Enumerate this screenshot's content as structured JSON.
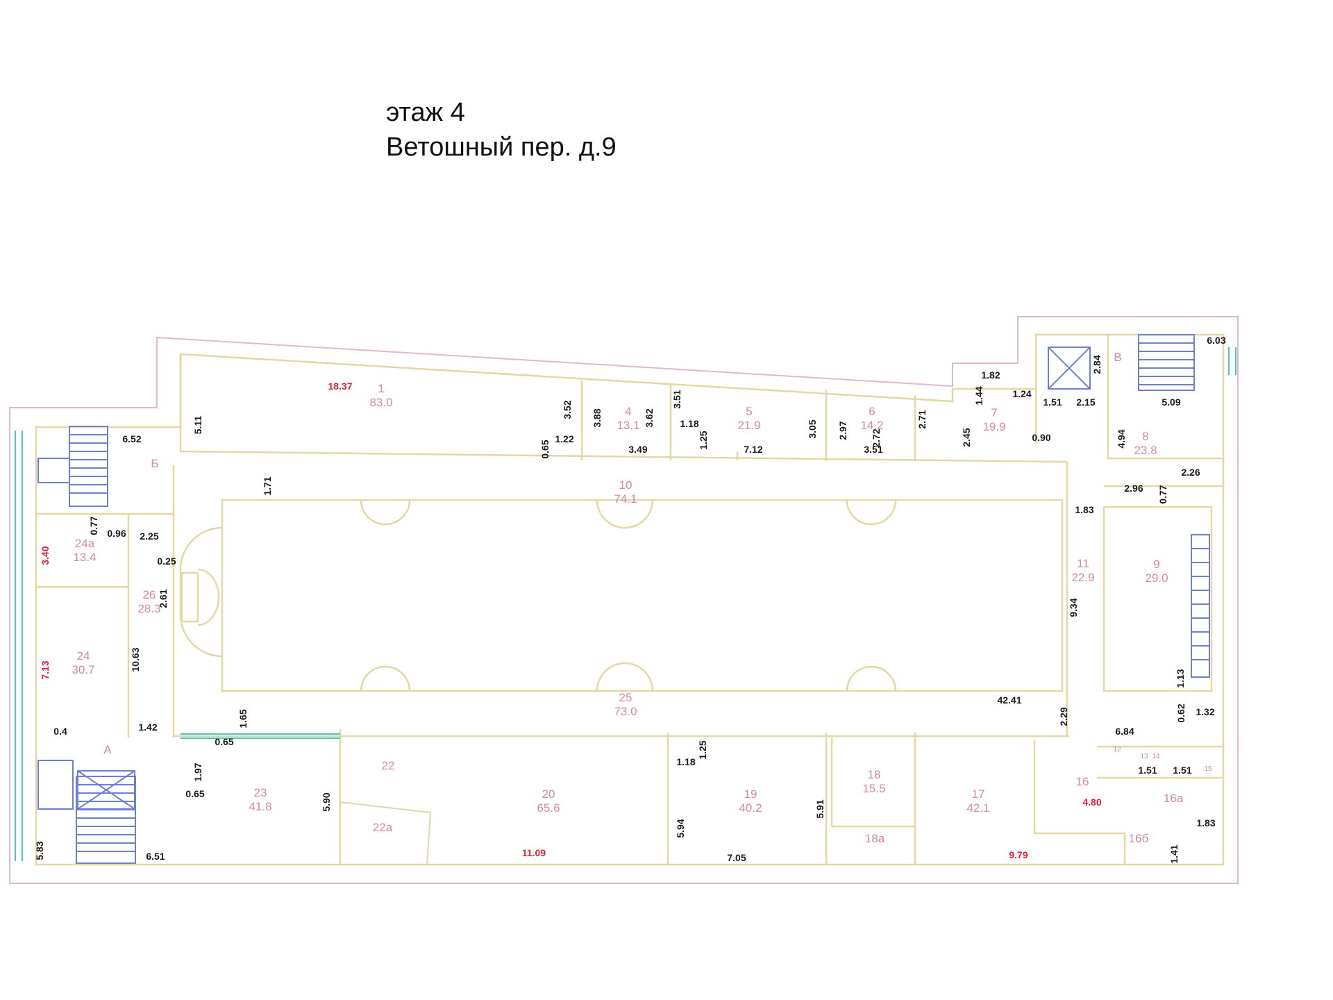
{
  "heading": {
    "floor": "этаж 4",
    "address": "Ветошный пер. д.9"
  },
  "colors": {
    "outline": "#e0b8cf",
    "wall": "#e3d7a6",
    "stair": "#6d7fcf",
    "door": "#f2ef3a",
    "dim_red": "#e0203a",
    "dim_black": "#1a1a1a",
    "room_label": "#d489a2",
    "glass": "#46c8c8"
  },
  "rooms": [
    {
      "id": "1",
      "area": "83.0"
    },
    {
      "id": "4",
      "area": "13.1"
    },
    {
      "id": "5",
      "area": "21.9"
    },
    {
      "id": "6",
      "area": "14.2"
    },
    {
      "id": "7",
      "area": "19.9"
    },
    {
      "id": "8",
      "area": "23.8"
    },
    {
      "id": "9",
      "area": "29.0"
    },
    {
      "id": "10",
      "area": "74.1"
    },
    {
      "id": "11",
      "area": "22.9"
    },
    {
      "id": "24а",
      "area": "13.4"
    },
    {
      "id": "26",
      "area": "28.3"
    },
    {
      "id": "24",
      "area": "30.7"
    },
    {
      "id": "25",
      "area": "73.0"
    },
    {
      "id": "23",
      "area": "41.8"
    },
    {
      "id": "22",
      "area": ""
    },
    {
      "id": "22а",
      "area": ""
    },
    {
      "id": "20",
      "area": "65.6"
    },
    {
      "id": "19",
      "area": "40.2"
    },
    {
      "id": "18",
      "area": "15.5"
    },
    {
      "id": "18а",
      "area": ""
    },
    {
      "id": "17",
      "area": "42.1"
    },
    {
      "id": "16",
      "area": ""
    },
    {
      "id": "16а",
      "area": ""
    },
    {
      "id": "16б",
      "area": ""
    },
    {
      "id": "12",
      "area": ""
    },
    {
      "id": "13",
      "area": ""
    },
    {
      "id": "14",
      "area": ""
    },
    {
      "id": "15",
      "area": ""
    }
  ],
  "stairs": [
    "А",
    "Б",
    "В"
  ],
  "dimensions": [
    "18.37",
    "5.11",
    "6.52",
    "3.52",
    "0.65",
    "1.22",
    "3.88",
    "3.62",
    "3.49",
    "3.51",
    "1.18",
    "1.25",
    "7.12",
    "3.05",
    "2.97",
    "2.72",
    "3.51",
    "2.71",
    "2.45",
    "0.90",
    "1.82",
    "1.44",
    "1.24",
    "1.51",
    "2.15",
    "2.84",
    "6.03",
    "5.09",
    "4.94",
    "2.26",
    "2.96",
    "0.77",
    "1.83",
    "1.71",
    "0.77",
    "0.96",
    "2.25",
    "3.40",
    "0.25",
    "2.61",
    "9.34",
    "10.63",
    "7.13",
    "1.13",
    "0.4",
    "1.42",
    "1.65",
    "0.65",
    "1.97",
    "0.65",
    "42.41",
    "2.29",
    "0.62",
    "1.32",
    "6.84",
    "1.51",
    "1.51",
    "1.25",
    "1.18",
    "5.90",
    "5.94",
    "5.91",
    "4.80",
    "1.83",
    "1.41",
    "5.83",
    "6.51",
    "11.09",
    "7.05",
    "9.79"
  ]
}
